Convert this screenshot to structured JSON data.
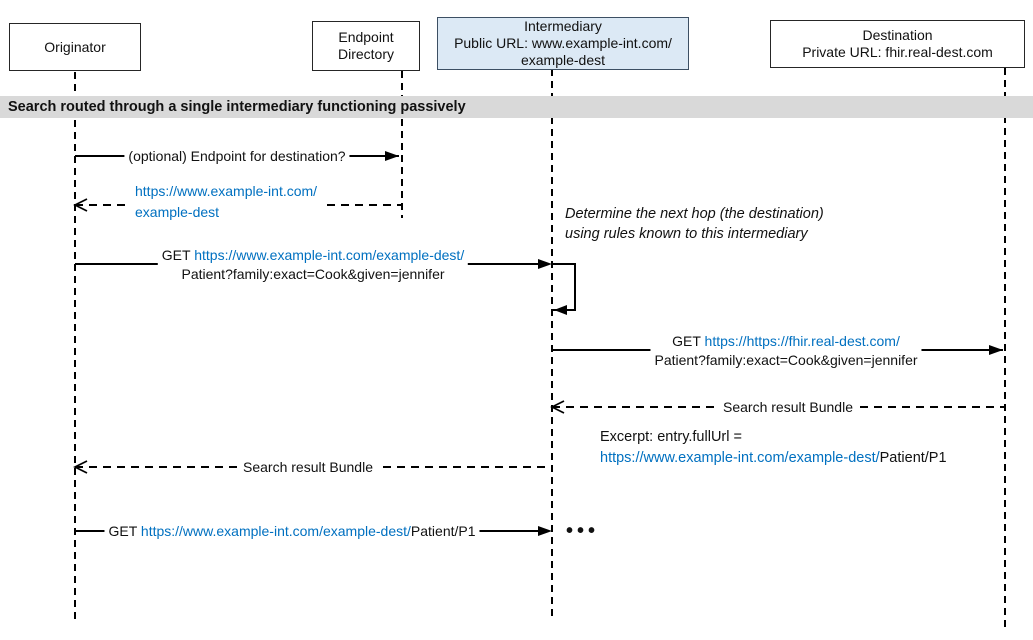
{
  "colors": {
    "link_blue": "#0070C0",
    "banner_bg": "#D9D9D9",
    "intermediary_fill": "#DCE9F5"
  },
  "banner": {
    "label": "Search routed through a single intermediary functioning passively"
  },
  "participants": {
    "originator": {
      "label": "Originator"
    },
    "endpoint_directory": {
      "line1": "Endpoint",
      "line2": "Directory"
    },
    "intermediary": {
      "line1": "Intermediary",
      "line2": "Public URL: www.example-int.com/",
      "line3": "example-dest"
    },
    "destination": {
      "line1": "Destination",
      "line2": "Private URL: fhir.real-dest.com"
    }
  },
  "messages": {
    "endpoint_query": {
      "label": "(optional) Endpoint for destination?"
    },
    "endpoint_reply": {
      "line1": "https://www.example-int.com/",
      "line2": "example-dest"
    },
    "intermediary_note": {
      "line1": "Determine the next hop (the destination)",
      "line2": "using rules known to this intermediary"
    },
    "search_to_intermediary": {
      "method": "GET ",
      "url": "https://www.example-int.com/example-dest/",
      "query": "Patient?family:exact=Cook&given=jennifer"
    },
    "search_to_destination": {
      "method": "GET ",
      "url": "https://https://fhir.real-dest.com/",
      "query": "Patient?family:exact=Cook&given=jennifer"
    },
    "bundle_to_intermediary": {
      "label": "Search result Bundle"
    },
    "excerpt": {
      "line1": "Excerpt: entry.fullUrl =",
      "url": "https://www.example-int.com/example-dest/",
      "suffix": "Patient/P1"
    },
    "bundle_to_originator": {
      "label": "Search result Bundle"
    },
    "get_patient": {
      "method": "GET ",
      "url": "https://www.example-int.com/example-dest/",
      "suffix": "Patient/P1"
    },
    "continuation": {
      "label": "•••"
    }
  }
}
